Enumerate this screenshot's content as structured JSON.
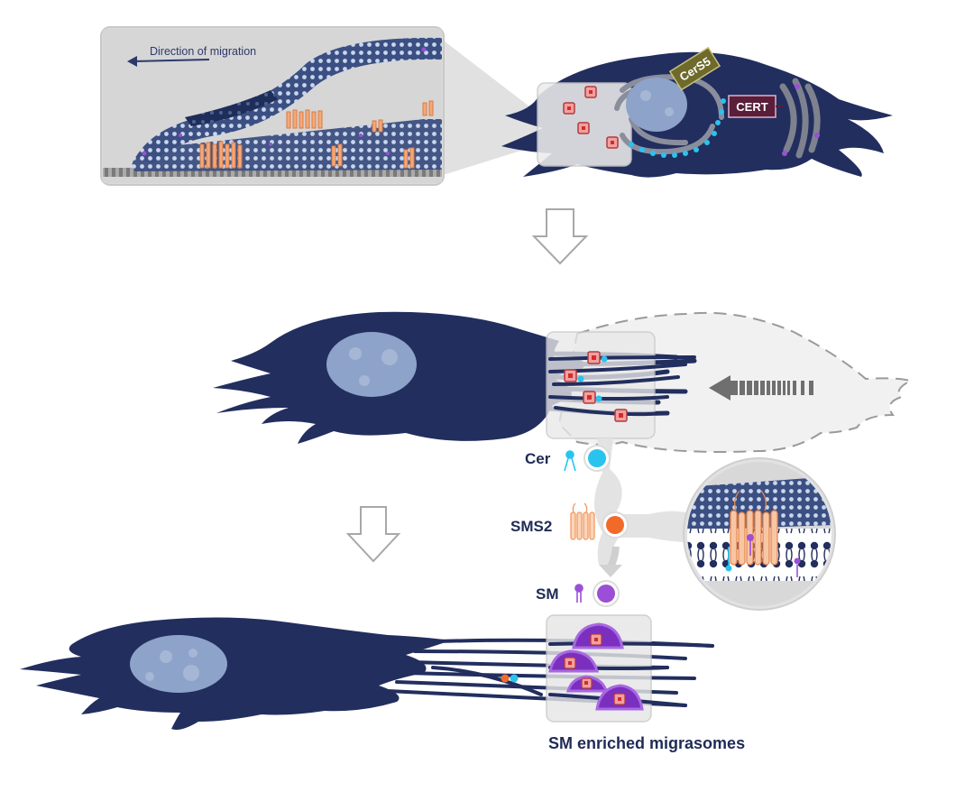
{
  "inset": {
    "direction_label": "Direction of migration"
  },
  "proteins": {
    "cers5": "CerS5",
    "cert": "CERT"
  },
  "pathway": {
    "cer": "Cer",
    "sms2": "SMS2",
    "sm": "SM"
  },
  "caption": "SM enriched migrasomes",
  "colors": {
    "cell": "#222e5e",
    "nucleus": "#8ea3c9",
    "ceramide": "#29c4ee",
    "sms2": "#f26a2a",
    "sphingomyelin": "#9b4fd6",
    "enzyme": "#f5a878",
    "panel": "#e6e6e6"
  },
  "icons": {
    "flow_arrow": "hollow-down-arrow-icon",
    "retraction_arrow": "dashed-left-arrow-icon"
  }
}
